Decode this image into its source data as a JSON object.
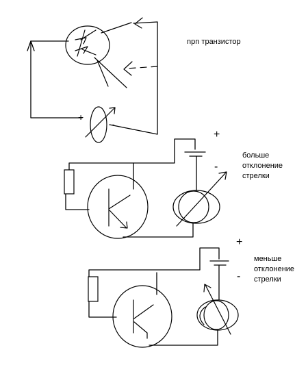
{
  "labels": {
    "npn": "npn транзистор",
    "more_deflection": [
      "больше",
      "отклонение",
      "стрелки"
    ],
    "less_deflection": [
      "меньше",
      "отклонение",
      "стрелки"
    ]
  },
  "symbols": {
    "plus": "+",
    "minus": "-"
  }
}
